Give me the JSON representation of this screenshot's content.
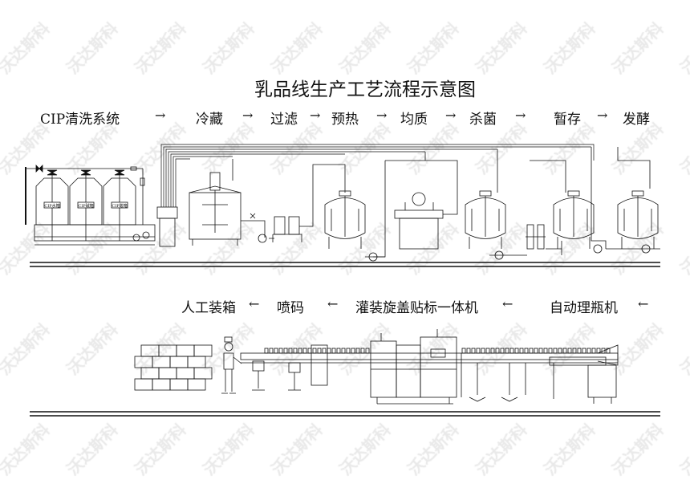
{
  "title": "乳品线生产工艺流程示意图",
  "watermark": "沃达斯科",
  "process_top": {
    "steps": [
      "CIP清洗系统",
      "冷藏",
      "过滤",
      "预热",
      "均质",
      "杀菌",
      "暂存",
      "发酵"
    ],
    "arrow": "→"
  },
  "process_bottom": {
    "steps": [
      "人工装箱",
      "喷码",
      "灌装旋盖贴标一体机",
      "自动理瓶机"
    ],
    "arrow": "←"
  },
  "cip_tanks": [
    "CIP水箱",
    "CIP碱箱",
    "CIP酸箱"
  ]
}
